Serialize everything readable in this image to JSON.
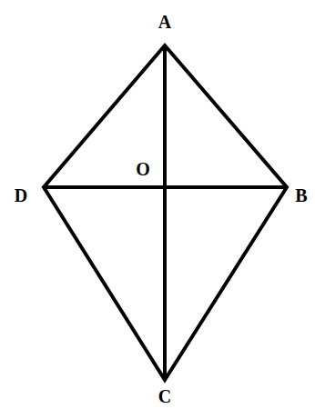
{
  "diagram": {
    "labels": [
      "A",
      "D",
      "O",
      "B",
      "C"
    ]
  }
}
